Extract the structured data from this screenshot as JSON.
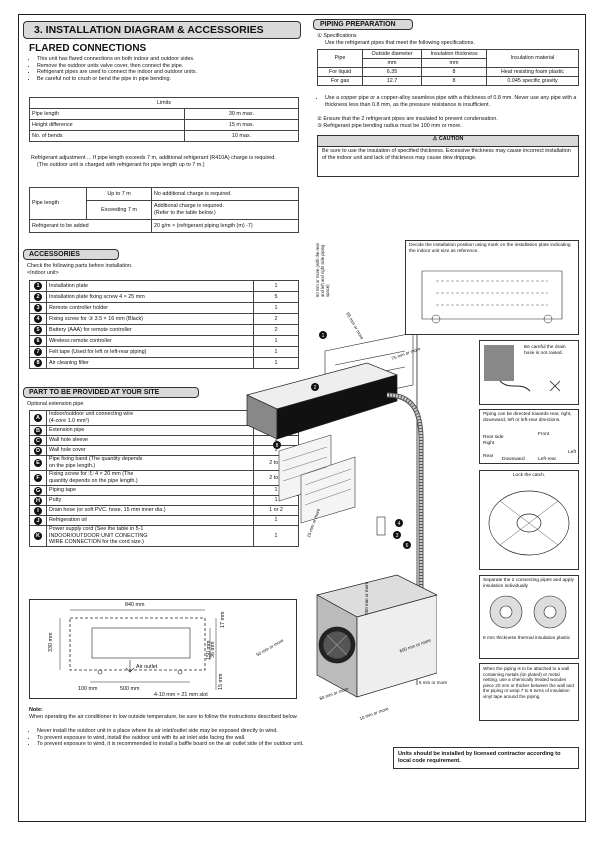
{
  "main_title": "3.  INSTALLATION DIAGRAM & ACCESSORIES",
  "flared": {
    "heading": "FLARED CONNECTIONS",
    "bullets": [
      "This unit has flared connections on both indoor and outdoor sides.",
      "Remove the outdoor units valve cover, then connect the pipe.",
      "Refrigerant pipes are used to connect the indoor and outdoor units.",
      "Be careful not to crush or bend the pipe in pipe bending."
    ],
    "limits_header": "Limits",
    "limits": [
      {
        "label": "Pipe length",
        "value": "30 m max."
      },
      {
        "label": "Height difference",
        "value": "15 m max."
      },
      {
        "label": "No. of bends",
        "value": "10 max."
      }
    ],
    "adjust_note": "Refrigerant adjustment ... If pipe length exceeds 7 m, additional refrigerant (R410A) charge is required.\n(The outdoor unit is charged with refrigerant for pipe length up to 7 m.)",
    "charge_table": {
      "pipe_length": "Pipe length",
      "up_to": "Up to 7 m",
      "up_to_value": "No additional charge is required.",
      "exceeding": "Exceeding 7 m",
      "exceeding_value": "Additional charge is required.\n(Refer to the table below.)",
      "added_label": "Refrigerant to be added",
      "added_value": "20 g/m × (refrigerant piping length (m) -7)"
    }
  },
  "accessories": {
    "title": "ACCESSORIES",
    "intro": "Check the following parts before installation.\n<Indoor unit>",
    "items": [
      {
        "n": "1",
        "name": "Installation plate",
        "qty": "1"
      },
      {
        "n": "2",
        "name": "Installation plate fixing screw 4 × 25 mm",
        "qty": "5"
      },
      {
        "n": "3",
        "name": "Remote controller holder",
        "qty": "1"
      },
      {
        "n": "4",
        "name": "Fixing screw for ③ 3.5 × 16 mm (Black)",
        "qty": "2"
      },
      {
        "n": "5",
        "name": "Battery (AAA) for remote controller",
        "qty": "2"
      },
      {
        "n": "6",
        "name": "Wireless remote controller",
        "qty": "1"
      },
      {
        "n": "7",
        "name": "Felt tape (Used for left or left-rear piping)",
        "qty": "1"
      },
      {
        "n": "8",
        "name": "Air cleaning filter",
        "qty": "1"
      }
    ]
  },
  "site_parts": {
    "title": "PART TO BE PROVIDED AT YOUR SITE",
    "intro": "Optional extension pipe",
    "items": [
      {
        "n": "A",
        "name": "Indoor/outdoor unit connecting wire\n(4-core 1.0 mm²)",
        "qty": "1"
      },
      {
        "n": "B",
        "name": "Extension pipe",
        "qty": "1"
      },
      {
        "n": "C",
        "name": "Wall hole sleeve",
        "qty": "1"
      },
      {
        "n": "D",
        "name": "Wall hole cover",
        "qty": "1"
      },
      {
        "n": "E",
        "name": "Pipe fixing band (The quantity depends\non the pipe length.)",
        "qty": "2 to 5"
      },
      {
        "n": "F",
        "name": "Fixing screw for Ⓔ 4 × 20 mm (The\nquantity depends on the pipe length.)",
        "qty": "2 to 5"
      },
      {
        "n": "G",
        "name": "Piping tape",
        "qty": "1"
      },
      {
        "n": "H",
        "name": "Putty",
        "qty": "1"
      },
      {
        "n": "I",
        "name": "Drain hose (or soft PVC. hose, 15 mm inner dia.)",
        "qty": "1 or 2"
      },
      {
        "n": "J",
        "name": "Refrigeration oil",
        "qty": "1"
      },
      {
        "n": "K",
        "name": "Power supply cord (See the table in 5-1\nINDOOR/OUTDOOR UNIT CONECTING\nWIRE CONNECTION for the cord size.)",
        "qty": "1"
      }
    ]
  },
  "dims": {
    "d840": "840 mm",
    "d330": "330 mm",
    "d100": "100 mm",
    "d500": "500 mm",
    "d17": "17 mm",
    "d150": "150 mm",
    "d15": "15 mm",
    "d36": "36 mm",
    "air_outlet": "Air outlet",
    "bolt": "4-10 mm × 21 mm slot"
  },
  "note": {
    "heading": "Note:",
    "intro": "When operating the air conditioner in low outside temperature, be sure to follow the instructions described below.",
    "bullets": [
      "Never install the outdoor unit in a place where its air inlet/outlet side may be exposed directly to wind.",
      "To prevent exposure to wind, install the outdoor unit with its air inlet side facing the wall.",
      "To prevent exposure to wind, it is recommended to install a baffle board on the air outlet side of the outdoor unit."
    ]
  },
  "piping": {
    "title": "PIPING PREPARATION",
    "spec_head": "①  Specifications",
    "spec_sub": "Use the refrigerant pipes that meet the following specifications.",
    "table": {
      "col_pipe": "Pipe",
      "col_od": "Outside diameter",
      "col_ins": "Insulation thickness",
      "col_mat": "Insulation material",
      "unit": "mm",
      "rows": [
        {
          "pipe": "For liquid",
          "od": "6.35",
          "ins": "8",
          "mat": "Heat resisting foam plastic"
        },
        {
          "pipe": "For gas",
          "od": "12.7",
          "ins": "8",
          "mat": "0.045 specific gravity"
        }
      ]
    },
    "bullet": "Use a copper pipe or a copper-alloy seamless pipe with a thickness of 0.8 mm. Never use any pipe with a thickness less than 0.8 mm, as the pressure resistance is insufficient.",
    "step2": "②  Ensure that the 2 refrigerant pipes are insulated to prevent condensation.",
    "step3": "③  Refrigerant pipe bending radius must be 100 mm or more."
  },
  "caution": {
    "title": "CAUTION",
    "text": "Be sure to use the insulation of specified thickness. Excessive thickness may cause incorrect installation of the indoor unit and lack of thickness may cause dew drippage."
  },
  "callouts": {
    "decide": "Decide the installation position using mark on the installation plate indicating the indoor unit size as reference.",
    "careful": "Be careful the drain hose is not raised.",
    "directions": "Piping can be directed towards rear, right, downward, left or left-rear directions.",
    "front": "Front",
    "rear_side": "Rear side",
    "right": "Right",
    "rear": "Rear",
    "downward": "Downward",
    "left": "Left",
    "left_rear": "Left-rear",
    "lock": "Lock the catch.",
    "separate": "Separate the 2 connecting pipes and apply insulation individually",
    "insulation": "8 mm thickness thermal insulation plastic",
    "metal": "When the piping is to be attached to a wall containing metals (tin plated) or metal netting, use a chemically treated wooden piece 20 mm or thicker between the wall and the piping or wrap 7 to 8 turns of insulation vinyl tape around the piping.",
    "licensed": "Units should be installed by licensed contractor according to local code requirement."
  },
  "diagram_labels": {
    "d65": "65 mm or more",
    "d75": "75 mm or more",
    "d15": "15 mm or more",
    "d5": "5 mm or more",
    "d10": "10 mm or more",
    "d50": "50 mm or more",
    "d80": "80 mm or more",
    "d350": "350 mm or more",
    "d600": "600 mm or more",
    "ceiling": "60 mm or more (with the rear and left and right side piping space)"
  }
}
